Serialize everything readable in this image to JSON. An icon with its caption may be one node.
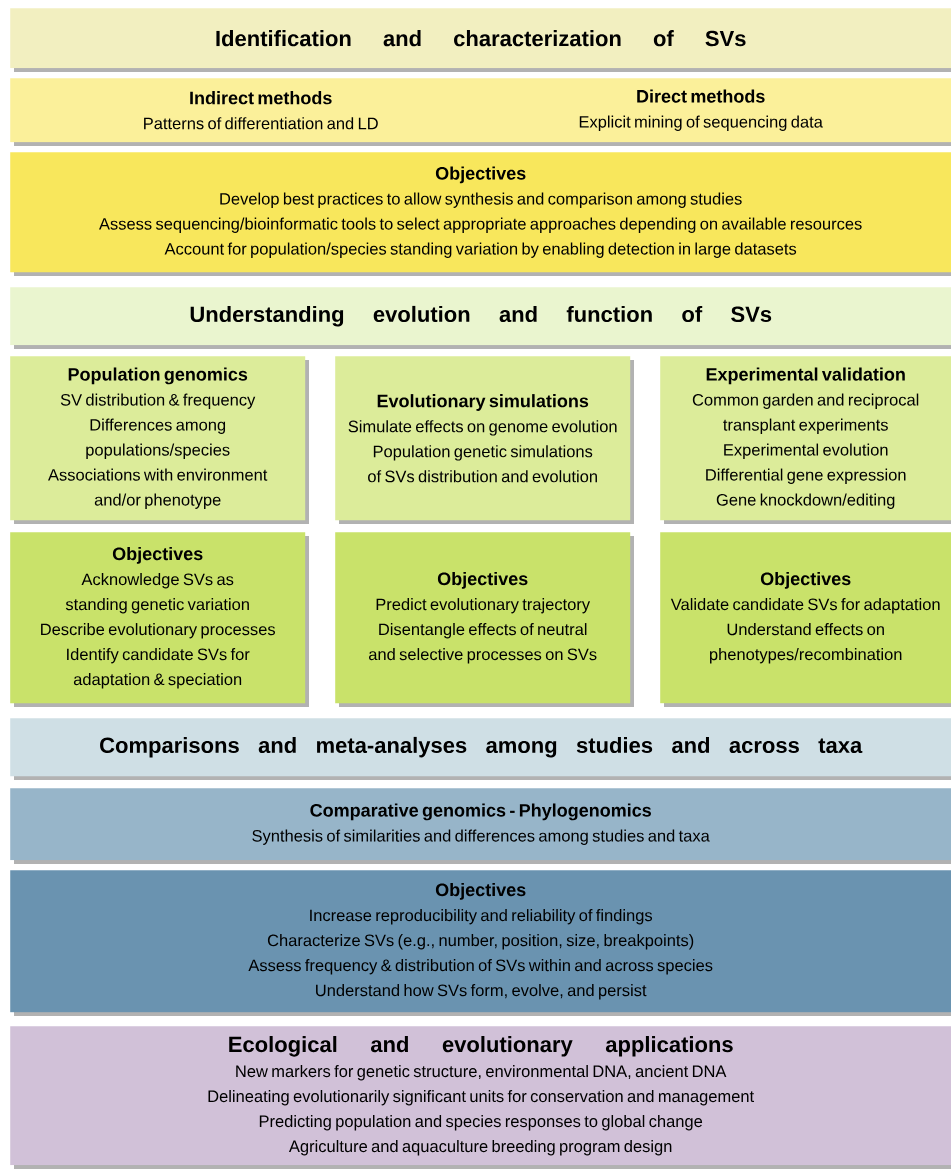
{
  "diagram": {
    "nodes": [
      {
        "text": [
          "Identification and characterization of SVs"
        ]
      },
      {
        "text": [
          "Indirect methods",
          "Patterns of differentiation and LD",
          "Direct methods",
          "Explicit mining of sequencing data"
        ]
      },
      {
        "text": [
          "Objectives",
          "Develop best practices to allow synthesis and comparison among studies",
          "Assess sequencing/bioinformatic tools to select appropriate approaches depending on available resources",
          "Account for population/species standing variation by enabling detection in large datasets"
        ]
      },
      {
        "text": [
          "Understanding evolution and function of SVs"
        ]
      },
      {
        "text": [
          "Population genomics",
          "SV distribution & frequency",
          "Differences among populations/species",
          "Associations with environment and/or phenotype"
        ]
      },
      {
        "text": [
          "Evolutionary simulations",
          "Simulate effects on genome evolution",
          "Population genetic simulations of SVs distribution and evolution"
        ]
      },
      {
        "text": [
          "Experimental validation",
          "Common garden and reciprocal transplant experiments",
          "Experimental evolution",
          "Differential gene expression",
          "Gene knockdown/editing"
        ]
      },
      {
        "text": [
          "Objectives",
          "Acknowledge SVs as standing genetic variation",
          "Describe evolutionary processes",
          "Identify candidate SVs for adaptation & speciation"
        ]
      },
      {
        "text": [
          "Objectives",
          "Predict evolutionary trajectory",
          "Disentangle effects of neutral and selective processes on SVs"
        ]
      },
      {
        "text": [
          "Objectives",
          "Validate candidate SVs for adaptation",
          "Understand effects on phenotypes/recombination"
        ]
      },
      {
        "text": [
          "Comparisons and meta-analyses among studies and across taxa"
        ]
      },
      {
        "text": [
          "Comparative genomics - Phylogenomics",
          "Synthesis of similarities and differences among studies and taxa"
        ]
      },
      {
        "text": [
          "Objectives",
          "Increase reproducibility and reliability of findings",
          "Characterize SVs (e.g., number, position, size, breakpoints)",
          "Assess frequency & distribution of SVs within and across species",
          "Understand how SVs form, evolve, and persist"
        ]
      },
      {
        "text": [
          "Ecological and evolutionary applications",
          "New markers for genetic structure, environmental DNA, ancient DNA",
          "Delineating evolutionarily significant units for conservation and management",
          "Predicting population and species responses to global change",
          "Agriculture and aquaculture breeding program design"
        ]
      }
    ]
  }
}
